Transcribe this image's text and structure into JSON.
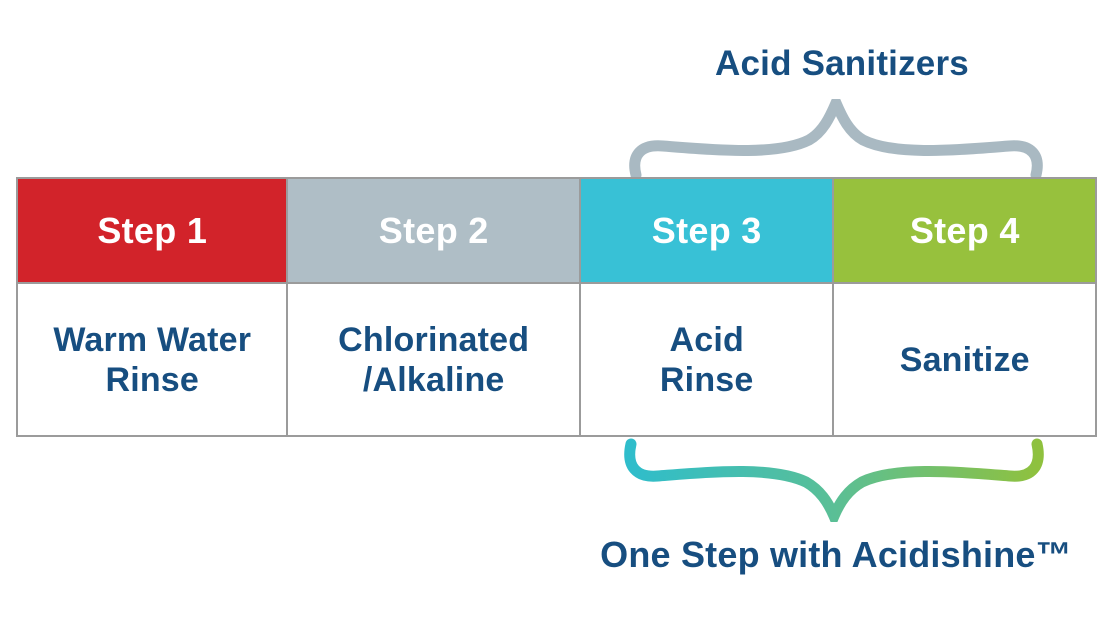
{
  "title": "Acid Sanitizers",
  "bottom_label": "One Step with Acidishine™",
  "table": {
    "columns": [
      {
        "step": "Step 1",
        "description": "Warm Water\nRinse",
        "color": "#D2232A"
      },
      {
        "step": "Step 2",
        "description": "Chlorinated\n/Alkaline",
        "color": "#AFBEC6"
      },
      {
        "step": "Step 3",
        "description": "Acid\nRinse",
        "color": "#38C1D6"
      },
      {
        "step": "Step 4",
        "description": "Sanitize",
        "color": "#97C13D"
      }
    ]
  },
  "colors": {
    "text_blue": "#174E80",
    "border_gray": "#9B9B9B",
    "brace_gray": "#A9B9C2",
    "brace_gradient_start": "#2FBDCB",
    "brace_gradient_mid": "#5ABF96",
    "brace_gradient_end": "#8FC13E",
    "header_text": "#FFFFFF"
  }
}
